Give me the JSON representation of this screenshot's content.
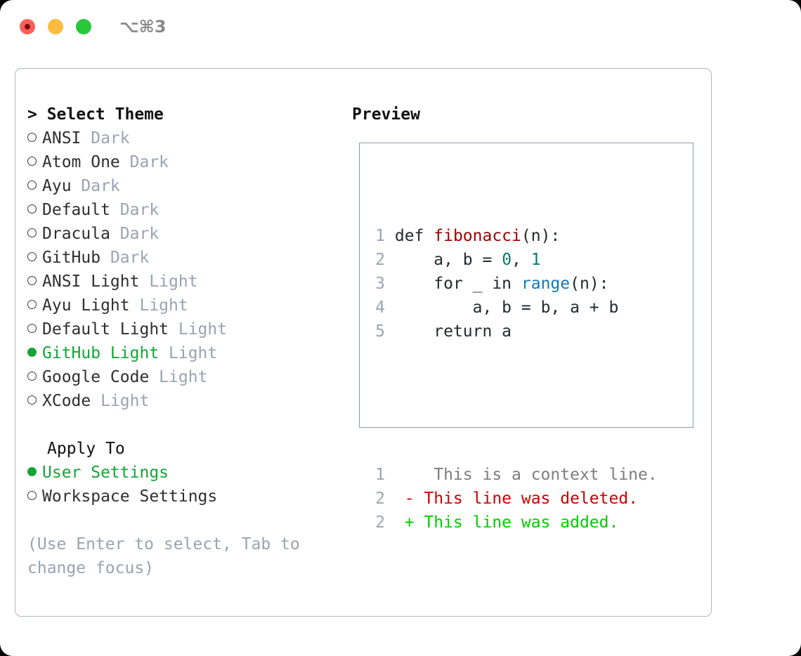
{
  "titlebar": {
    "shortcut": "⌥⌘3",
    "buttons": [
      {
        "name": "close",
        "color": "#fb6058"
      },
      {
        "name": "minimize",
        "color": "#fcbc40"
      },
      {
        "name": "maximize",
        "color": "#2ac63c"
      }
    ]
  },
  "left": {
    "header": "> Select Theme",
    "themes": [
      {
        "selected": false,
        "label": "ANSI",
        "suffix": "Dark"
      },
      {
        "selected": false,
        "label": "Atom One",
        "suffix": "Dark"
      },
      {
        "selected": false,
        "label": "Ayu",
        "suffix": "Dark"
      },
      {
        "selected": false,
        "label": "Default",
        "suffix": "Dark"
      },
      {
        "selected": false,
        "label": "Dracula",
        "suffix": "Dark"
      },
      {
        "selected": false,
        "label": "GitHub",
        "suffix": "Dark"
      },
      {
        "selected": false,
        "label": "ANSI Light",
        "suffix": "Light"
      },
      {
        "selected": false,
        "label": "Ayu Light",
        "suffix": "Light"
      },
      {
        "selected": false,
        "label": "Default Light",
        "suffix": "Light"
      },
      {
        "selected": true,
        "label": "GitHub Light",
        "suffix": "Light"
      },
      {
        "selected": false,
        "label": "Google Code",
        "suffix": "Light"
      },
      {
        "selected": false,
        "label": "XCode",
        "suffix": "Light"
      }
    ],
    "apply_to_header": "Apply To",
    "apply_to": [
      {
        "selected": true,
        "label": "User Settings"
      },
      {
        "selected": false,
        "label": "Workspace Settings"
      }
    ],
    "help_text": "(Use Enter to select, Tab to change focus)"
  },
  "right": {
    "header": "Preview",
    "code_lines": [
      {
        "no": "1",
        "tokens": [
          {
            "t": "def ",
            "c": "plain"
          },
          {
            "t": "fibonacci",
            "c": "func"
          },
          {
            "t": "(n):",
            "c": "plain"
          }
        ]
      },
      {
        "no": "2",
        "tokens": [
          {
            "t": "    a, b = ",
            "c": "plain"
          },
          {
            "t": "0",
            "c": "num"
          },
          {
            "t": ", ",
            "c": "plain"
          },
          {
            "t": "1",
            "c": "num"
          }
        ]
      },
      {
        "no": "3",
        "tokens": [
          {
            "t": "    for _ in ",
            "c": "plain"
          },
          {
            "t": "range",
            "c": "builtin"
          },
          {
            "t": "(n):",
            "c": "plain"
          }
        ]
      },
      {
        "no": "4",
        "tokens": [
          {
            "t": "        a, b = b, a + b",
            "c": "plain"
          }
        ]
      },
      {
        "no": "5",
        "tokens": [
          {
            "t": "    return a",
            "c": "plain"
          }
        ]
      }
    ],
    "diff_lines": [
      {
        "no": "1",
        "marker": " ",
        "text": "  This is a context line.",
        "kind": "ctx"
      },
      {
        "no": "2",
        "marker": "-",
        "text": " This line was deleted.",
        "kind": "del"
      },
      {
        "no": "2",
        "marker": "+",
        "text": " This line was added.",
        "kind": "add"
      }
    ]
  },
  "colors": {
    "selected_green": "#13a538",
    "muted_gray": "#9aa3b2",
    "func_red": "#990000",
    "number_teal": "#0d7777",
    "builtin_blue": "#1079b8",
    "diff_deleted": "#cc0000",
    "diff_added": "#00cc00",
    "diff_context": "#7d7d7d",
    "panel_border": "#aeb7c2",
    "preview_border": "#8d99a6"
  }
}
